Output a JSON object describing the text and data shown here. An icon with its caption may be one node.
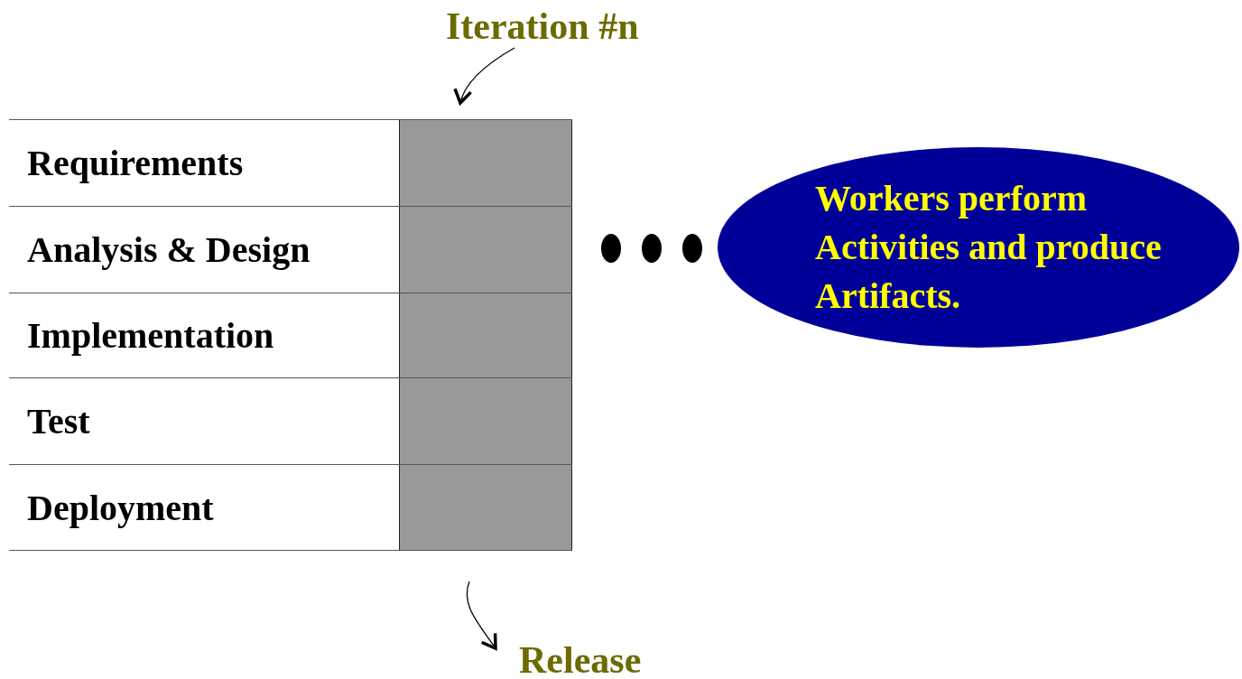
{
  "diagram": {
    "nodes": [
      {
        "text": [
          "Iteration #n"
        ]
      },
      {
        "text": [
          "Requirements"
        ]
      },
      {
        "text": [
          "Analysis & Design"
        ]
      },
      {
        "text": [
          "Implementation"
        ]
      },
      {
        "text": [
          "Test"
        ]
      },
      {
        "text": [
          "Deployment"
        ]
      },
      {
        "text": [],
        "shape": "bar"
      },
      {
        "text": [
          "Workers perform Activities and produce Artifacts."
        ]
      },
      {
        "text": [
          "Release"
        ]
      }
    ],
    "edges": [
      {
        "from": 0,
        "to": 6,
        "arrow": "to"
      },
      {
        "from": 6,
        "to": 8,
        "arrow": "to"
      }
    ]
  }
}
